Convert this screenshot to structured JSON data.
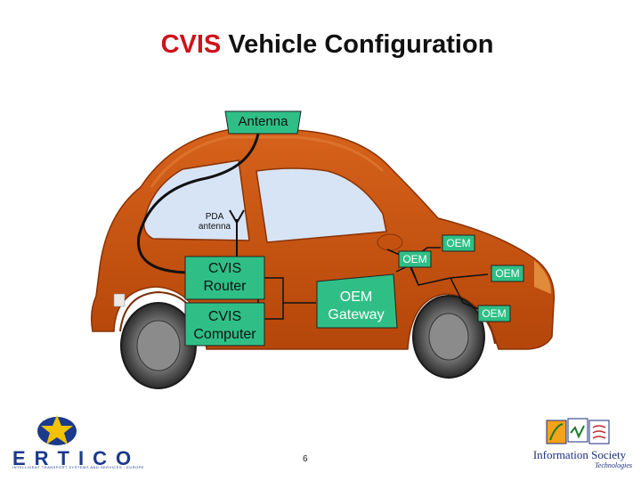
{
  "title": {
    "highlight": "CVIS",
    "rest": " Vehicle Configuration"
  },
  "diagram": {
    "antenna": "Antenna",
    "pda_antenna_line1": "PDA",
    "pda_antenna_line2": "antenna",
    "cvis_router_line1": "CVIS",
    "cvis_router_line2": "Router",
    "cvis_computer_line1": "CVIS",
    "cvis_computer_line2": "Computer",
    "oem_gateway_line1": "OEM",
    "oem_gateway_line2": "Gateway",
    "oem_nodes": [
      "OEM",
      "OEM",
      "OEM",
      "OEM"
    ]
  },
  "footer": {
    "page_number": "6",
    "ertico_name": "ERTICO",
    "ertico_tagline": "INTELLIGENT TRANSPORT SYSTEMS AND SERVICES - EUROPE",
    "ist_name": "Information Society",
    "ist_sub": "Technologies"
  },
  "colors": {
    "title_highlight": "#d0121b",
    "car_body": "#c4520e",
    "box_fill": "#2fbf86",
    "window": "#d7e4f5"
  },
  "icons": [
    "ertico-star-logo-icon",
    "ist-logo-icon"
  ]
}
